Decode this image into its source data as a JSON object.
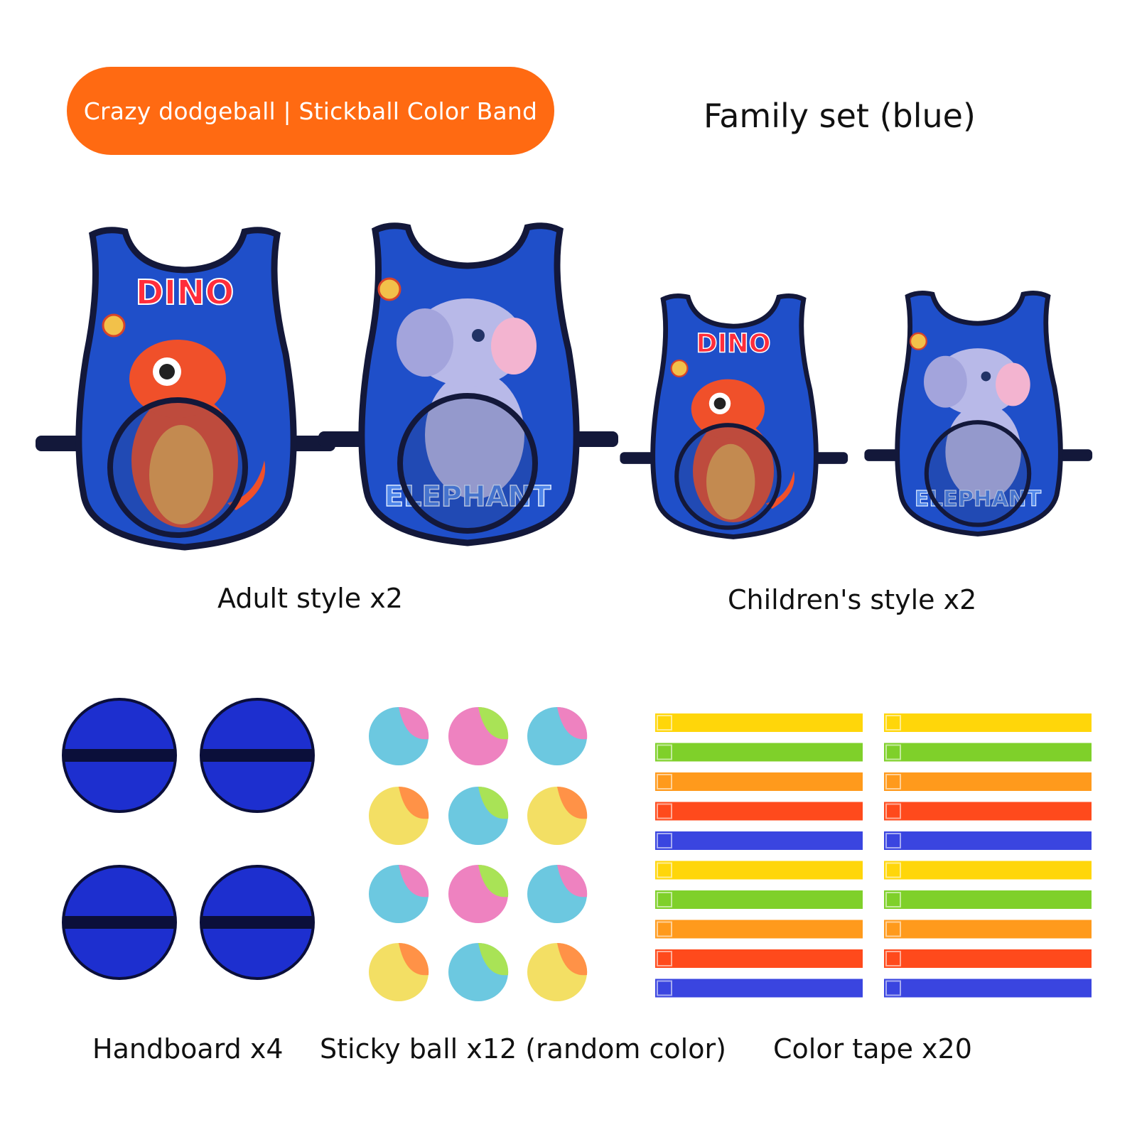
{
  "banner": {
    "label": "Crazy dodgeball | Stickball Color Band",
    "color": "#ff6a12"
  },
  "heading": "Family set (blue)",
  "captions": {
    "adult": "Adult style x2",
    "children": "Children's style x2",
    "handboard": "Handboard x4",
    "sticky_ball": "Sticky ball x12 (random color)",
    "color_tape": "Color tape x20"
  },
  "vest_prints": {
    "dino": "DINO",
    "elephant": "ELEPHANT"
  },
  "colors": {
    "vest_blue": "#1f4fc9",
    "vest_trim": "#13183a",
    "dino_orange": "#f0502a",
    "dino_belly": "#f7a443",
    "elephant_gray": "#b8b9e8",
    "handboard_blue": "#1d2fcf",
    "tape_colors": [
      "#ffd60a",
      "#7fd02a",
      "#ff9a1c",
      "#ff4a1c",
      "#3a45e0"
    ],
    "ball_colors": {
      "pink": "#ee82c0",
      "cyan": "#6cc8e0",
      "green": "#a9e356",
      "yellow": "#f3df64",
      "orange": "#ff9247"
    }
  },
  "counts": {
    "handboards": 4,
    "sticky_balls": 12,
    "color_tapes": 20
  }
}
